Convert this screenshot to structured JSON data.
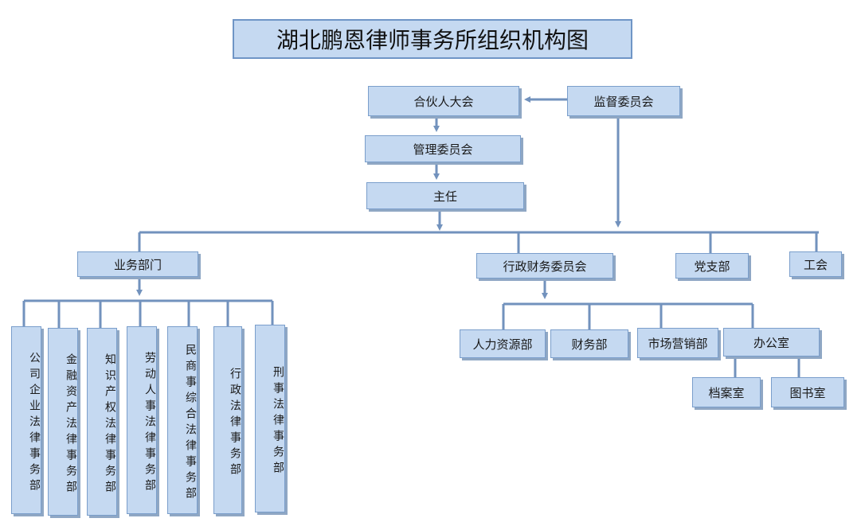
{
  "title": "湖北鹏恩律师事务所组织机构图",
  "nodes": {
    "partners_meeting": "合伙人大会",
    "supervisory_committee": "监督委员会",
    "management_committee": "管理委员会",
    "director": "主任",
    "business_dept": "业务部门",
    "admin_finance_committee": "行政财务委员会",
    "party_branch": "党支部",
    "union": "工会",
    "hr_dept": "人力资源部",
    "finance_dept": "财务部",
    "marketing_dept": "市场营销部",
    "office": "办公室",
    "archives": "档案室",
    "library": "图书室"
  },
  "business_subdepts": [
    "公司企业法律事务部",
    "金融资产法律事务部",
    "知识产权法律事务部",
    "劳动人事法律事务部",
    "民商事综合法律事务部",
    "行政法律事务部",
    "刑事法律事务部"
  ],
  "colors": {
    "box_fill": "#c5d9f1",
    "box_border": "#7a9ecb",
    "line": "#7292bd"
  }
}
